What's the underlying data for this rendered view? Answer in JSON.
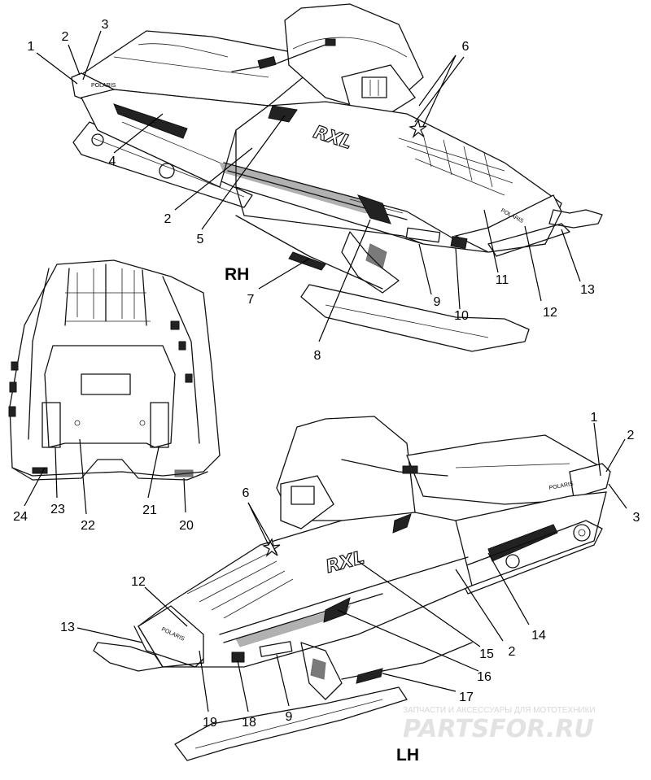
{
  "diagram": {
    "views": [
      {
        "id": "rh",
        "label": "RH"
      },
      {
        "id": "lh",
        "label": "LH"
      }
    ],
    "callouts": [
      {
        "id": "c1a",
        "text": "1"
      },
      {
        "id": "c2a",
        "text": "2"
      },
      {
        "id": "c3a",
        "text": "3"
      },
      {
        "id": "c4",
        "text": "4"
      },
      {
        "id": "c2b",
        "text": "2"
      },
      {
        "id": "c5",
        "text": "5"
      },
      {
        "id": "c6a",
        "text": "6"
      },
      {
        "id": "c7",
        "text": "7"
      },
      {
        "id": "c8",
        "text": "8"
      },
      {
        "id": "c9a",
        "text": "9"
      },
      {
        "id": "c10",
        "text": "10"
      },
      {
        "id": "c11",
        "text": "11"
      },
      {
        "id": "c12a",
        "text": "12"
      },
      {
        "id": "c13a",
        "text": "13"
      },
      {
        "id": "c24",
        "text": "24"
      },
      {
        "id": "c23",
        "text": "23"
      },
      {
        "id": "c22",
        "text": "22"
      },
      {
        "id": "c21",
        "text": "21"
      },
      {
        "id": "c20",
        "text": "20"
      },
      {
        "id": "c1b",
        "text": "1"
      },
      {
        "id": "c2c",
        "text": "2"
      },
      {
        "id": "c3b",
        "text": "3"
      },
      {
        "id": "c6b",
        "text": "6"
      },
      {
        "id": "c12b",
        "text": "12"
      },
      {
        "id": "c14",
        "text": "14"
      },
      {
        "id": "c13b",
        "text": "13"
      },
      {
        "id": "c15",
        "text": "15"
      },
      {
        "id": "c2d",
        "text": "2"
      },
      {
        "id": "c16",
        "text": "16"
      },
      {
        "id": "c17",
        "text": "17"
      },
      {
        "id": "c19",
        "text": "19"
      },
      {
        "id": "c18",
        "text": "18"
      },
      {
        "id": "c9b",
        "text": "9"
      }
    ],
    "decals": {
      "brand_rear": "POLARIS",
      "brand_front": "POLARIS",
      "model": "RXL"
    }
  },
  "watermark": {
    "tagline": "ЗАПЧАСТИ И АКСЕССУАРЫ ДЛЯ МОТОТЕХНИКИ",
    "site": "PARTSFOR.RU"
  }
}
